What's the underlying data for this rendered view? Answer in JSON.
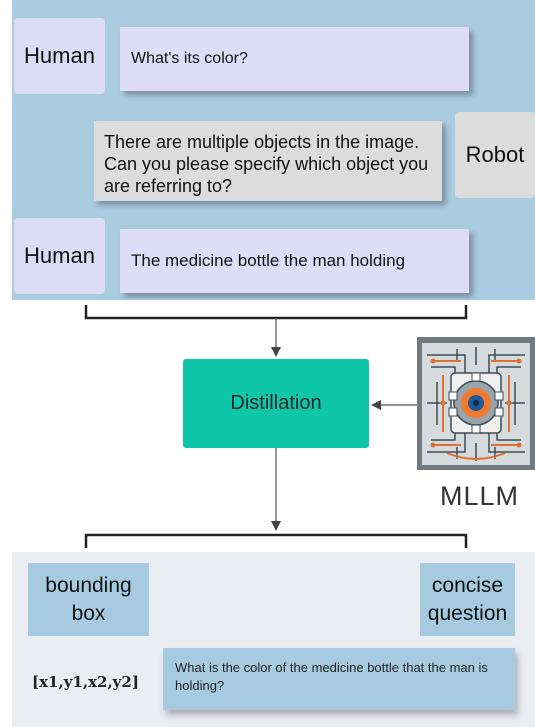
{
  "dialogue": {
    "turn1_speaker": "Human",
    "turn1_text": "What's its color?",
    "robot_speaker": "Robot",
    "robot_text": "There are multiple objects in the image. Can you please specify which object you are referring to?",
    "turn2_speaker": "Human",
    "turn2_text": "The medicine bottle the man holding"
  },
  "process": {
    "distill_label": "Distillation",
    "model_label": "MLLM",
    "model_icon": "circuit-chip-icon"
  },
  "output": {
    "box_label": "bounding box",
    "question_label": "concise question",
    "coords": "[x1,y1,x2,y2]",
    "question_text": "What is the color of the medicine bottle that the man is holding?"
  },
  "colors": {
    "dialogue_panel": "#a9cce0",
    "human_bubble": "#dfdcf8",
    "robot_bubble": "#dcdcdc",
    "distillation": "#10c6a8",
    "output_panel": "#eaedf2",
    "output_card": "#a6cbe1"
  }
}
